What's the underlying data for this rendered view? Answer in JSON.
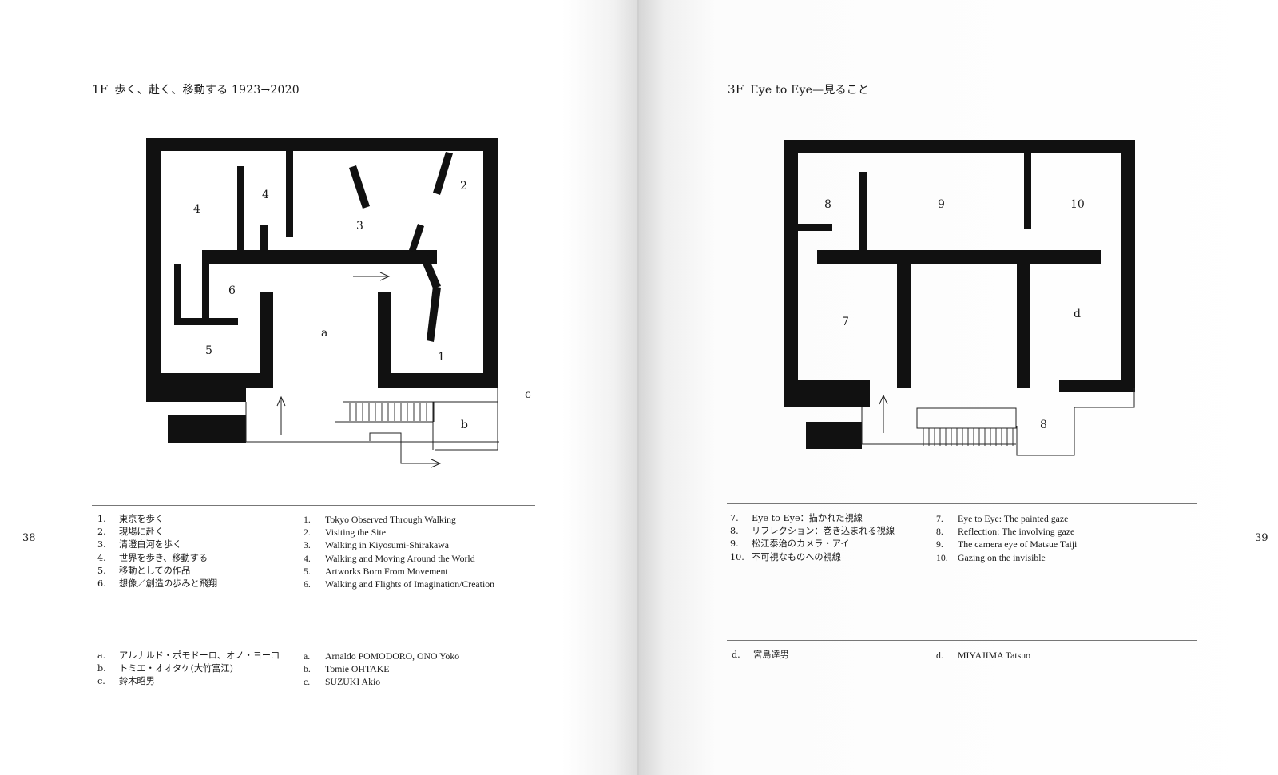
{
  "left": {
    "floor": "1F",
    "title": "歩く、赴く、移動する 1923→2020",
    "page_number": "38",
    "plan_labels": {
      "room_4a": "4",
      "room_4b": "4",
      "room_3": "3",
      "room_2": "2",
      "room_6": "6",
      "room_a": "a",
      "room_5": "5",
      "room_1": "1",
      "room_b": "b",
      "room_c": "c"
    },
    "sections_jp": [
      {
        "num": "1.",
        "text": "東京を歩く"
      },
      {
        "num": "2.",
        "text": "現場に赴く"
      },
      {
        "num": "3.",
        "text": "清澄白河を歩く"
      },
      {
        "num": "4.",
        "text": "世界を歩き、移動する"
      },
      {
        "num": "5.",
        "text": "移動としての作品"
      },
      {
        "num": "6.",
        "text": "想像／創造の歩みと飛翔"
      }
    ],
    "sections_en": [
      {
        "num": "1.",
        "text": "Tokyo Observed Through Walking"
      },
      {
        "num": "2.",
        "text": "Visiting the Site"
      },
      {
        "num": "3.",
        "text": "Walking in Kiyosumi-Shirakawa"
      },
      {
        "num": "4.",
        "text": "Walking and Moving Around the World"
      },
      {
        "num": "5.",
        "text": "Artworks Born From Movement"
      },
      {
        "num": "6.",
        "text": "Walking and Flights of Imagination/Creation"
      }
    ],
    "artists_jp": [
      {
        "num": "a.",
        "text": "アルナルド・ポモドーロ、オノ・ヨーコ"
      },
      {
        "num": "b.",
        "text": "トミエ・オオタケ(大竹富江)"
      },
      {
        "num": "c.",
        "text": "鈴木昭男"
      }
    ],
    "artists_en": [
      {
        "num": "a.",
        "text": "Arnaldo POMODORO, ONO Yoko"
      },
      {
        "num": "b.",
        "text": "Tomie OHTAKE"
      },
      {
        "num": "c.",
        "text": "SUZUKI Akio"
      }
    ]
  },
  "right": {
    "floor": "3F",
    "title": "Eye to Eye—見ること",
    "page_number": "39",
    "plan_labels": {
      "room_8a": "8",
      "room_9": "9",
      "room_10": "10",
      "room_7": "7",
      "room_d": "d",
      "room_8b": "8"
    },
    "sections_jp": [
      {
        "num": "7.",
        "text": "Eye to Eye：描かれた視線"
      },
      {
        "num": "8.",
        "text": "リフレクション：巻き込まれる視線"
      },
      {
        "num": "9.",
        "text": "松江泰治のカメラ・アイ"
      },
      {
        "num": "10.",
        "text": "不可視なものへの視線"
      }
    ],
    "sections_en": [
      {
        "num": "7.",
        "text": "Eye to Eye: The painted gaze"
      },
      {
        "num": "8.",
        "text": "Reflection: The involving gaze"
      },
      {
        "num": "9.",
        "text": "The camera eye of Matsue Taiji"
      },
      {
        "num": "10.",
        "text": "Gazing on the invisible"
      }
    ],
    "artists_jp": [
      {
        "num": "d.",
        "text": "宮島達男"
      }
    ],
    "artists_en": [
      {
        "num": "d.",
        "text": "MIYAJIMA Tatsuo"
      }
    ]
  },
  "colors": {
    "ink": "#1a1a1a",
    "wall": "#111111",
    "rule": "#777777"
  }
}
